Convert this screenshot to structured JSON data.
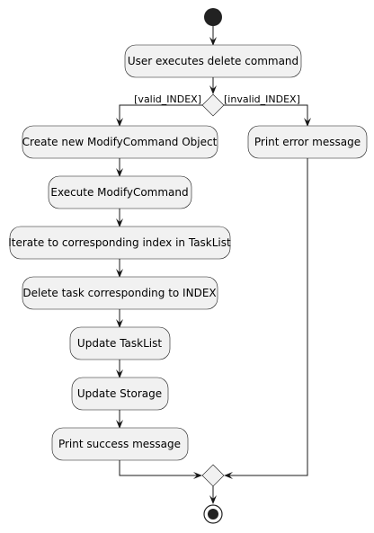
{
  "diagram": {
    "type": "activity",
    "actions": {
      "user_executes": "User executes delete command",
      "create_object": "Create new ModifyCommand Object",
      "execute_command": "Execute ModifyCommand",
      "iterate_index": "Iterate to corresponding index in TaskList",
      "delete_task": "Delete task corresponding to INDEX",
      "update_tasklist": "Update TaskList",
      "update_storage": "Update Storage",
      "print_success": "Print success message",
      "print_error": "Print error message"
    },
    "guards": {
      "valid": "[valid_INDEX]",
      "invalid": "[invalid_INDEX]"
    },
    "colors": {
      "node_fill": "#f1f1f1",
      "stroke": "#181818",
      "start_end": "#222222"
    }
  }
}
